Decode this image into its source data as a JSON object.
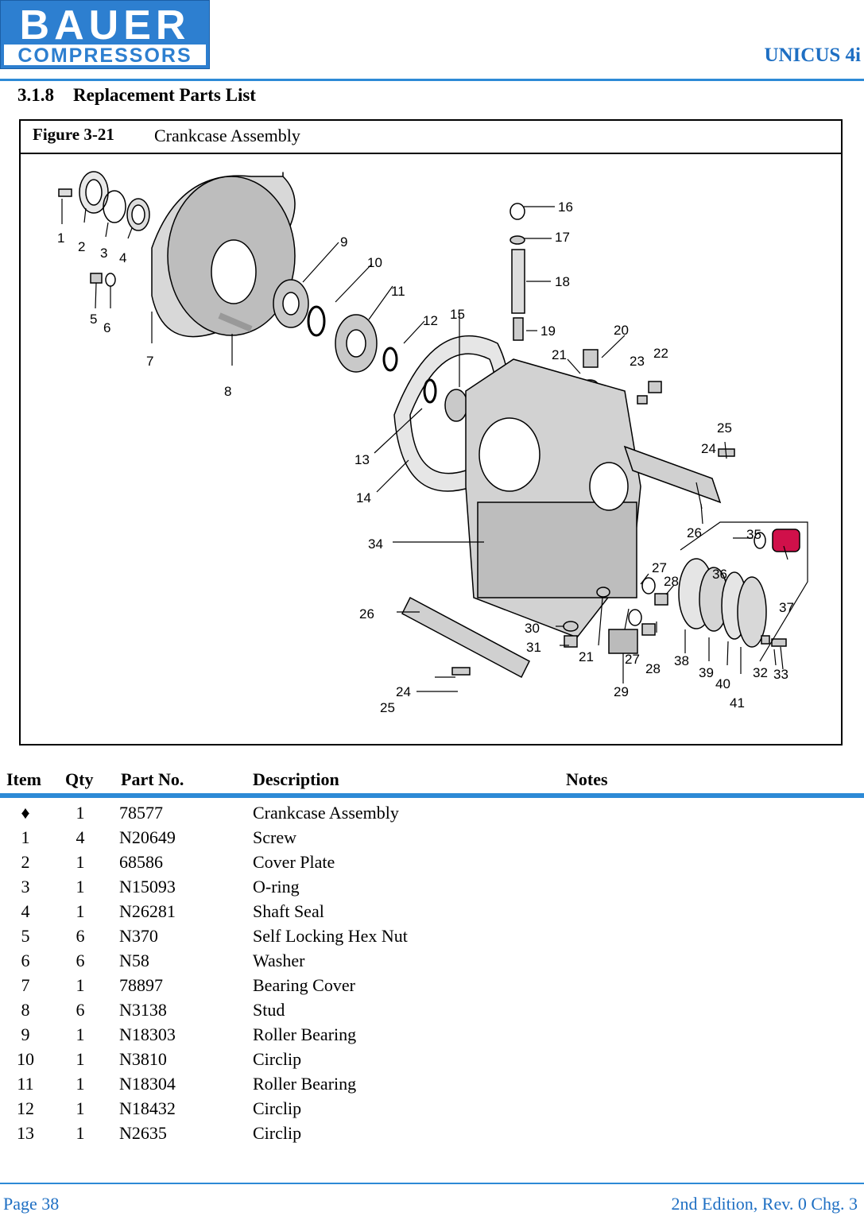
{
  "header": {
    "logo_line1": "BAUER",
    "logo_line2": "COMPRESSORS",
    "product": "UNICUS 4i"
  },
  "section": {
    "number": "3.1.8",
    "title": "Replacement Parts List"
  },
  "figure": {
    "label": "Figure 3-21",
    "title": "Crankcase Assembly"
  },
  "diagram": {
    "callouts": [
      "1",
      "2",
      "3",
      "4",
      "5",
      "6",
      "7",
      "8",
      "9",
      "10",
      "11",
      "12",
      "13",
      "14",
      "15",
      "16",
      "17",
      "18",
      "19",
      "20",
      "21",
      "22",
      "23",
      "24",
      "25",
      "26",
      "27",
      "28",
      "29",
      "30",
      "31",
      "32",
      "33",
      "34",
      "35",
      "36",
      "37",
      "38",
      "39",
      "40",
      "41",
      "21",
      "24",
      "25",
      "26",
      "27",
      "28"
    ]
  },
  "table": {
    "headers": {
      "item": "Item",
      "qty": "Qty",
      "part": "Part No.",
      "description": "Description",
      "notes": "Notes"
    },
    "rows": [
      {
        "item": "♦",
        "qty": "1",
        "part": "78577",
        "description": "Crankcase Assembly",
        "notes": ""
      },
      {
        "item": "1",
        "qty": "4",
        "part": "N20649",
        "description": "Screw",
        "notes": ""
      },
      {
        "item": "2",
        "qty": "1",
        "part": "68586",
        "description": "Cover Plate",
        "notes": ""
      },
      {
        "item": "3",
        "qty": "1",
        "part": "N15093",
        "description": "O-ring",
        "notes": ""
      },
      {
        "item": "4",
        "qty": "1",
        "part": "N26281",
        "description": "Shaft Seal",
        "notes": ""
      },
      {
        "item": "5",
        "qty": "6",
        "part": "N370",
        "description": "Self Locking Hex Nut",
        "notes": ""
      },
      {
        "item": "6",
        "qty": "6",
        "part": "N58",
        "description": "Washer",
        "notes": ""
      },
      {
        "item": "7",
        "qty": "1",
        "part": "78897",
        "description": "Bearing Cover",
        "notes": ""
      },
      {
        "item": "8",
        "qty": "6",
        "part": "N3138",
        "description": "Stud",
        "notes": ""
      },
      {
        "item": "9",
        "qty": "1",
        "part": "N18303",
        "description": "Roller Bearing",
        "notes": ""
      },
      {
        "item": "10",
        "qty": "1",
        "part": "N3810",
        "description": "Circlip",
        "notes": ""
      },
      {
        "item": "11",
        "qty": "1",
        "part": "N18304",
        "description": "Roller Bearing",
        "notes": ""
      },
      {
        "item": "12",
        "qty": "1",
        "part": "N18432",
        "description": "Circlip",
        "notes": ""
      },
      {
        "item": "13",
        "qty": "1",
        "part": "N2635",
        "description": "Circlip",
        "notes": ""
      }
    ]
  },
  "footer": {
    "page": "Page 38",
    "edition": "2nd Edition, Rev. 0 Chg. 3"
  },
  "colors": {
    "brand_blue": "#2d8ad6",
    "accent_red": "#d0104a"
  }
}
